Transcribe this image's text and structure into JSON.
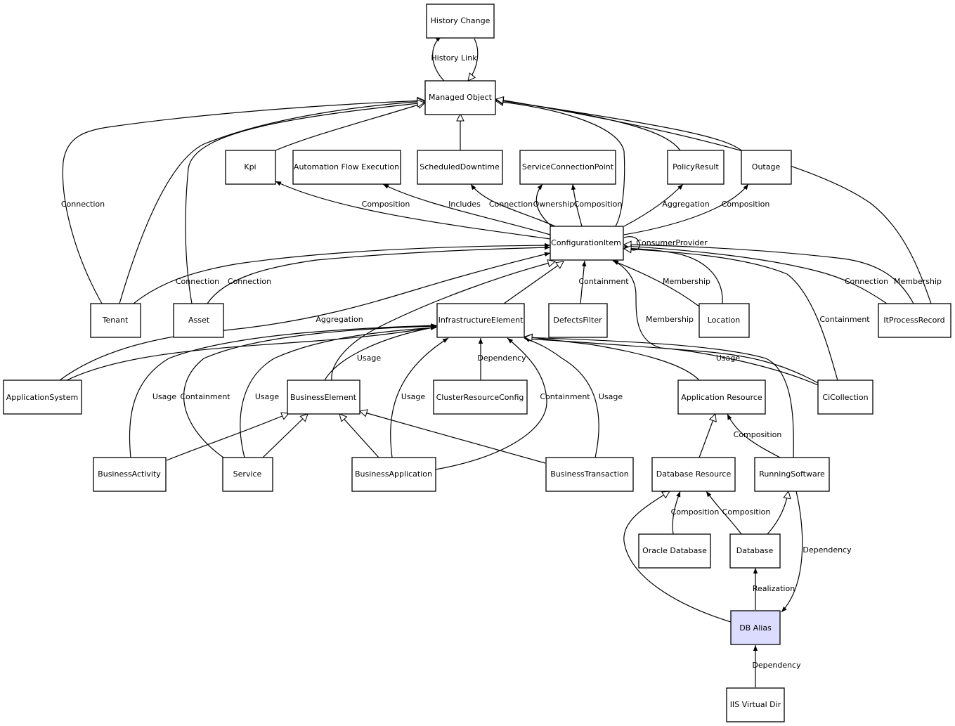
{
  "nodes": {
    "history_change": "History Change",
    "managed_object": "Managed Object",
    "kpi": "Kpi",
    "automation_flow_execution": "Automation Flow Execution",
    "scheduled_downtime": "ScheduledDowntime",
    "service_connection_point": "ServiceConnectionPoint",
    "policy_result": "PolicyResult",
    "outage": "Outage",
    "configuration_item": "ConfigurationItem",
    "tenant": "Tenant",
    "asset": "Asset",
    "infrastructure_element": "InfrastructureElement",
    "defects_filter": "DefectsFilter",
    "location": "Location",
    "it_process_record": "ItProcessRecord",
    "application_system": "ApplicationSystem",
    "business_element": "BusinessElement",
    "cluster_resource_config": "ClusterResourceConfig",
    "application_resource": "Application Resource",
    "ci_collection": "CiCollection",
    "business_activity": "BusinessActivity",
    "service": "Service",
    "business_application": "BusinessApplication",
    "business_transaction": "BusinessTransaction",
    "database_resource": "Database Resource",
    "running_software": "RunningSoftware",
    "oracle_database": "Oracle Database",
    "database": "Database",
    "db_alias": "DB Alias",
    "iis_virtual_dir": "IIS Virtual Dir"
  },
  "edge_labels": {
    "history_link": "History Link",
    "tenant_connection_mo": "Connection",
    "ci_kpi_composition": "Composition",
    "ci_afe_includes": "Includes",
    "ci_sd_connection": "Connection",
    "ci_scp_ownership": "Ownership",
    "ci_scp_composition": "Composition",
    "ci_pr_aggregation": "Aggregation",
    "ci_outage_composition": "Composition",
    "ci_consumer_provider": "ConsumerProvider",
    "tenant_ci_connection": "Connection",
    "asset_ci_connection": "Connection",
    "defects_containment": "Containment",
    "location_membership": "Membership",
    "itpr_connection": "Connection",
    "itpr_membership": "Membership",
    "appsys_aggregation": "Aggregation",
    "cicoll_membership": "Membership",
    "cicoll_containment": "Containment",
    "be_usage": "Usage",
    "crc_dependency": "Dependency",
    "cicoll_usage": "Usage",
    "ba_usage": "Usage",
    "service_containment": "Containment",
    "service_usage": "Usage",
    "bapp_usage": "Usage",
    "bapp_containment": "Containment",
    "bt_usage": "Usage",
    "rs_composition": "Composition",
    "oracle_composition": "Composition",
    "db_composition": "Composition",
    "rs_dependency": "Dependency",
    "db_realization": "Realization",
    "iis_dependency": "Dependency"
  },
  "colors": {
    "highlight_fill": "#dcdcff",
    "node_fill": "#ffffff",
    "stroke": "#000000"
  }
}
